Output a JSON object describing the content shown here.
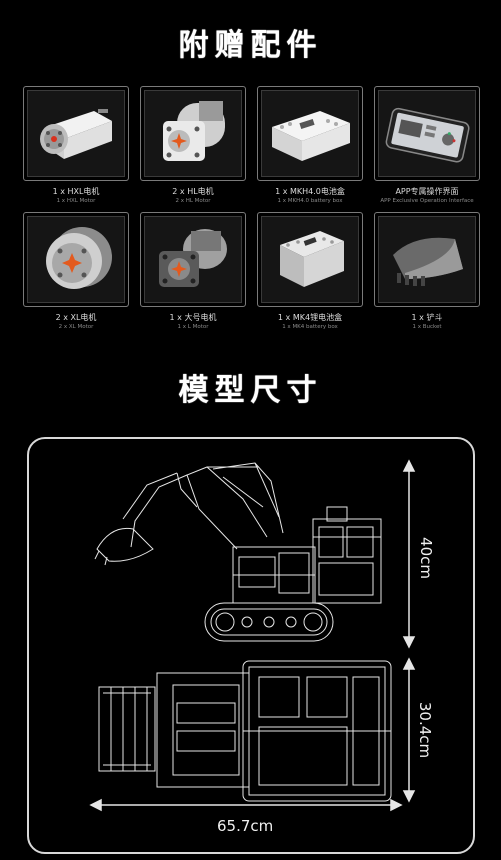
{
  "sections": {
    "gifts_title": "附赠配件",
    "size_title": "模型尺寸"
  },
  "accessories": [
    {
      "cn": "1 x HXL电机",
      "en": "1 x HXL Motor",
      "icon": "hxl-motor-icon"
    },
    {
      "cn": "2 x HL电机",
      "en": "2 x HL Motor",
      "icon": "hl-motor-icon"
    },
    {
      "cn": "1 x MKH4.0电池盒",
      "en": "1 x MKH4.0 battery box",
      "icon": "battery-box-icon"
    },
    {
      "cn": "APP专属操作界面",
      "en": "APP Exclusive Operation Interface",
      "icon": "phone-app-icon"
    },
    {
      "cn": "2 x XL电机",
      "en": "2 x XL Motor",
      "icon": "xl-motor-icon"
    },
    {
      "cn": "1 x 大号电机",
      "en": "1 x L Motor",
      "icon": "l-motor-icon"
    },
    {
      "cn": "1 x MK4锂电池盒",
      "en": "1 x MK4 battery box",
      "icon": "lithium-battery-box-icon"
    },
    {
      "cn": "1 x 铲斗",
      "en": "1 x Bucket",
      "icon": "bucket-icon"
    }
  ],
  "dimensions": {
    "height": "40cm",
    "width": "30.4cm",
    "length": "65.7cm"
  }
}
